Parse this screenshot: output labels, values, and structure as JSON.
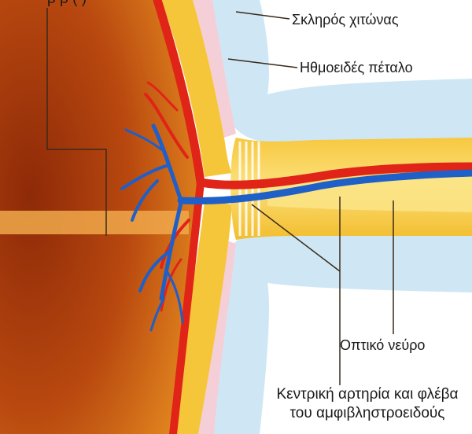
{
  "top_caption": "ρ        ρ (            )",
  "labels": {
    "sclera": "Σκληρός χιτώνας",
    "choroid": "Ηθμοειδές πέταλο",
    "optic_nerve": "Οπτικό νεύρο",
    "vessels_line1": "Κεντρική αρτηρία και φλέβα",
    "vessels_line2": "του αμφιβληστροειδούς"
  },
  "colors": {
    "retina_dark": "#a8380c",
    "retina_light": "#e07a1e",
    "yellow": "#f6c63a",
    "yellow_light": "#fbe58a",
    "artery": "#e02418",
    "vein": "#1f5fc8",
    "sclera_blue": "#d9eef8"
  }
}
